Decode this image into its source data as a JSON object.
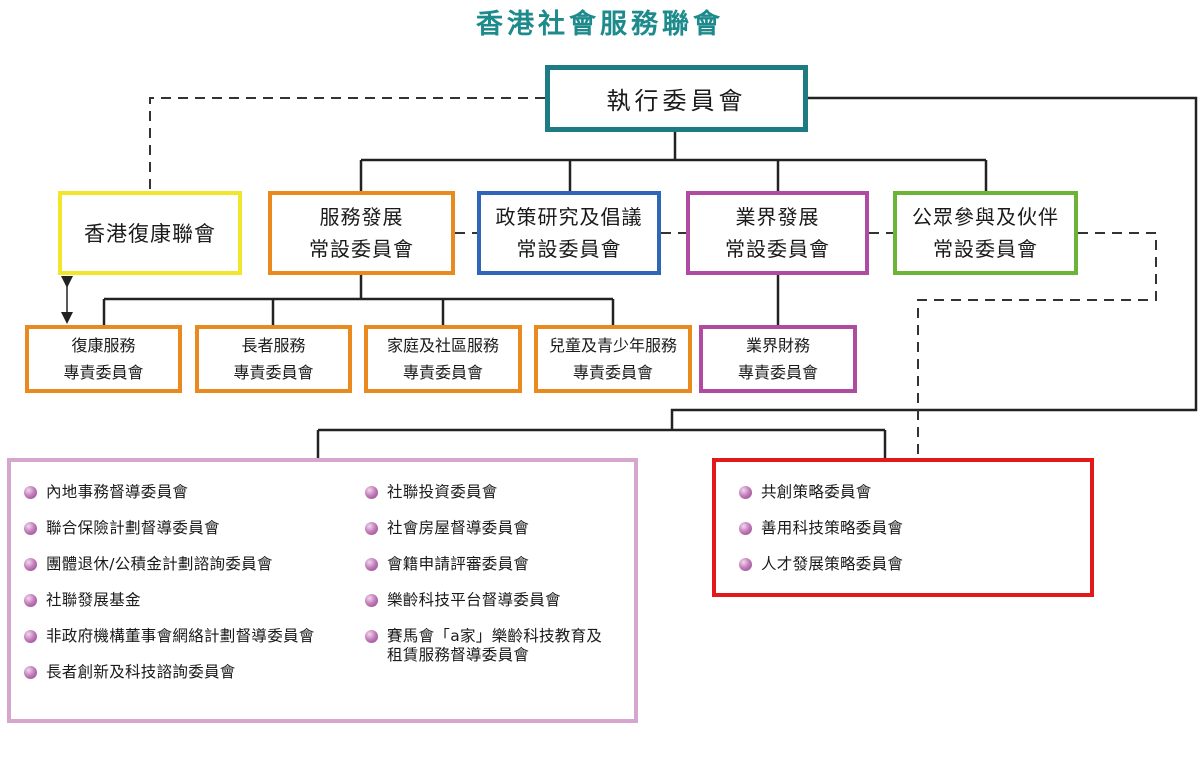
{
  "title": "香港社會服務聯會",
  "executive": {
    "label": "執行委員會"
  },
  "rehab_alliance": {
    "label": "香港復康聯會"
  },
  "standing_committees": [
    {
      "line1": "服務發展",
      "line2": "常設委員會"
    },
    {
      "line1": "政策研究及倡議",
      "line2": "常設委員會"
    },
    {
      "line1": "業界發展",
      "line2": "常設委員會"
    },
    {
      "line1": "公眾參與及伙伴",
      "line2": "常設委員會"
    }
  ],
  "specialized_committees": [
    {
      "line1": "復康服務",
      "line2": "專責委員會"
    },
    {
      "line1": "長者服務",
      "line2": "專責委員會"
    },
    {
      "line1": "家庭及社區服務",
      "line2": "專責委員會"
    },
    {
      "line1": "兒童及青少年服務",
      "line2": "專責委員會"
    },
    {
      "line1": "業界財務",
      "line2": "專責委員會"
    }
  ],
  "pink_panel": {
    "left_items": [
      "內地事務督導委員會",
      "聯合保險計劃督導委員會",
      "團體退休/公積金計劃諮詢委員會",
      "社聯發展基金",
      "非政府機構董事會網絡計劃督導委員會",
      "長者創新及科技諮詢委員會"
    ],
    "right_items": [
      "社聯投資委員會",
      "社會房屋督導委員會",
      "會籍申請評審委員會",
      "樂齡科技平台督導委員會"
    ],
    "right_multiline_item": {
      "line1": "賽馬會「a家」樂齡科技教育及",
      "line2": "租賃服務督導委員會"
    }
  },
  "red_panel": {
    "items": [
      "共創策略委員會",
      "善用科技策略委員會",
      "人才發展策略委員會"
    ]
  },
  "colors": {
    "title": "#1d8a8c",
    "executive": "#1e7b84",
    "rehab_alliance": "#f0e62c",
    "service_development": "#e88a1e",
    "policy": "#2f66b5",
    "sector": "#b04ba2",
    "public_engagement": "#6cb33a",
    "specialized": "#e88a1e",
    "sector_finance": "#b04ba2",
    "pink_panel": "#d7a6cf",
    "red_panel": "#e31818",
    "bullet": "#b36aab"
  }
}
